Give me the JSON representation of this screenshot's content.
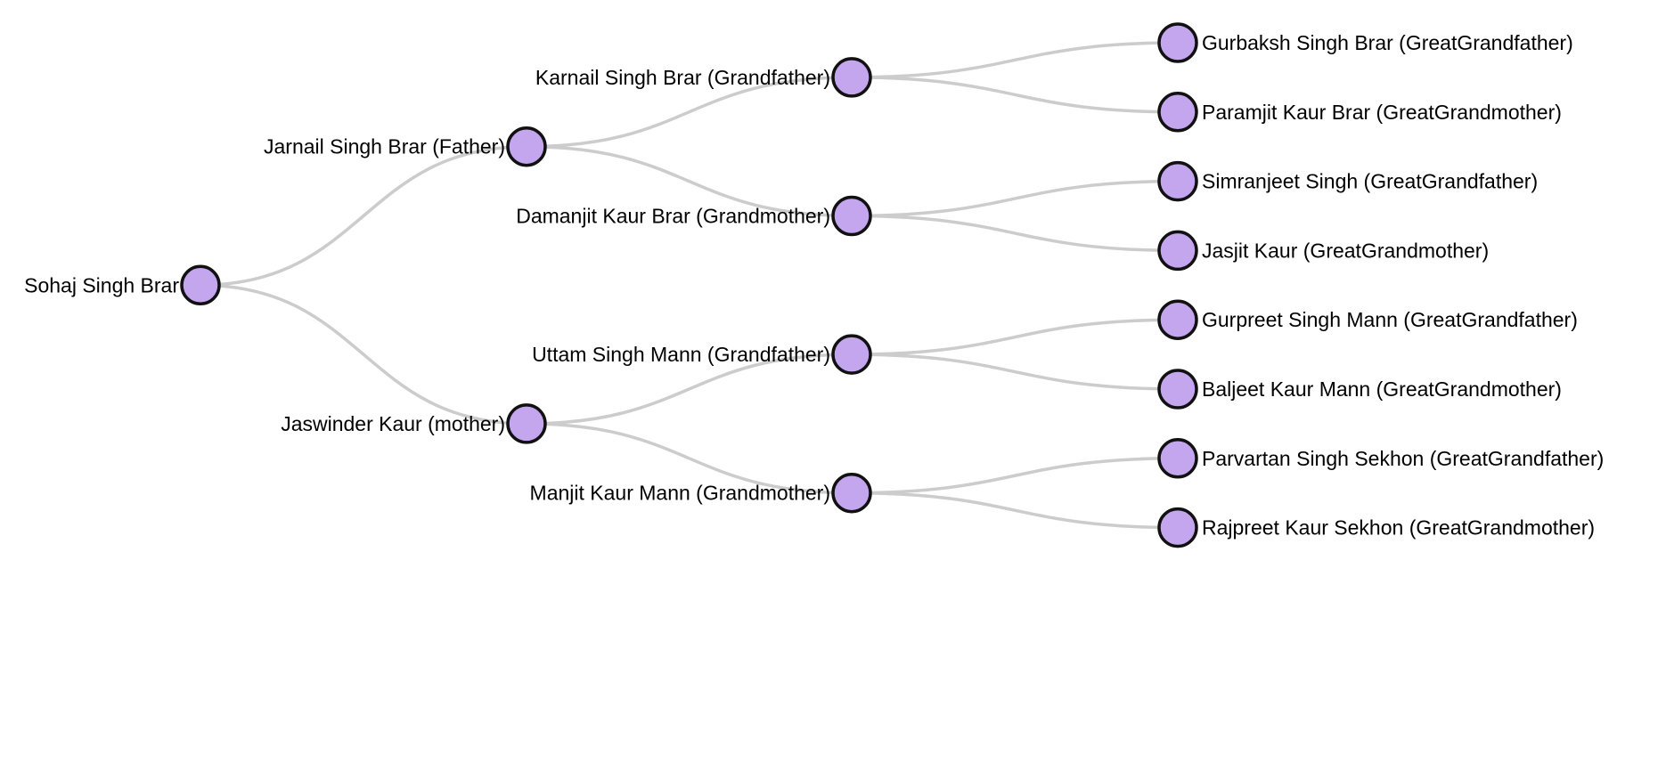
{
  "tree": {
    "root": {
      "label": "Sohaj Singh Brar",
      "children": [
        {
          "label": "Jarnail Singh Brar (Father)",
          "children": [
            {
              "label": "Karnail Singh Brar (Grandfather)",
              "children": [
                {
                  "label": "Gurbaksh Singh Brar (GreatGrandfather)"
                },
                {
                  "label": "Paramjit Kaur Brar (GreatGrandmother)"
                }
              ]
            },
            {
              "label": "Damanjit Kaur Brar (Grandmother)",
              "children": [
                {
                  "label": "Simranjeet Singh (GreatGrandfather)"
                },
                {
                  "label": "Jasjit Kaur (GreatGrandmother)"
                }
              ]
            }
          ]
        },
        {
          "label": "Jaswinder Kaur (mother)",
          "children": [
            {
              "label": "Uttam Singh Mann (Grandfather)",
              "children": [
                {
                  "label": "Gurpreet Singh Mann (GreatGrandfather)"
                },
                {
                  "label": "Baljeet Kaur Mann (GreatGrandmother)"
                }
              ]
            },
            {
              "label": "Manjit Kaur Mann (Grandmother)",
              "children": [
                {
                  "label": "Parvartan Singh Sekhon (GreatGrandfather)"
                },
                {
                  "label": "Rajpreet Kaur Sekhon (GreatGrandmother)"
                }
              ]
            }
          ]
        }
      ]
    },
    "colors": {
      "node_fill": "#c3a6ee",
      "node_stroke": "#111111",
      "link": "#cccccc"
    }
  }
}
